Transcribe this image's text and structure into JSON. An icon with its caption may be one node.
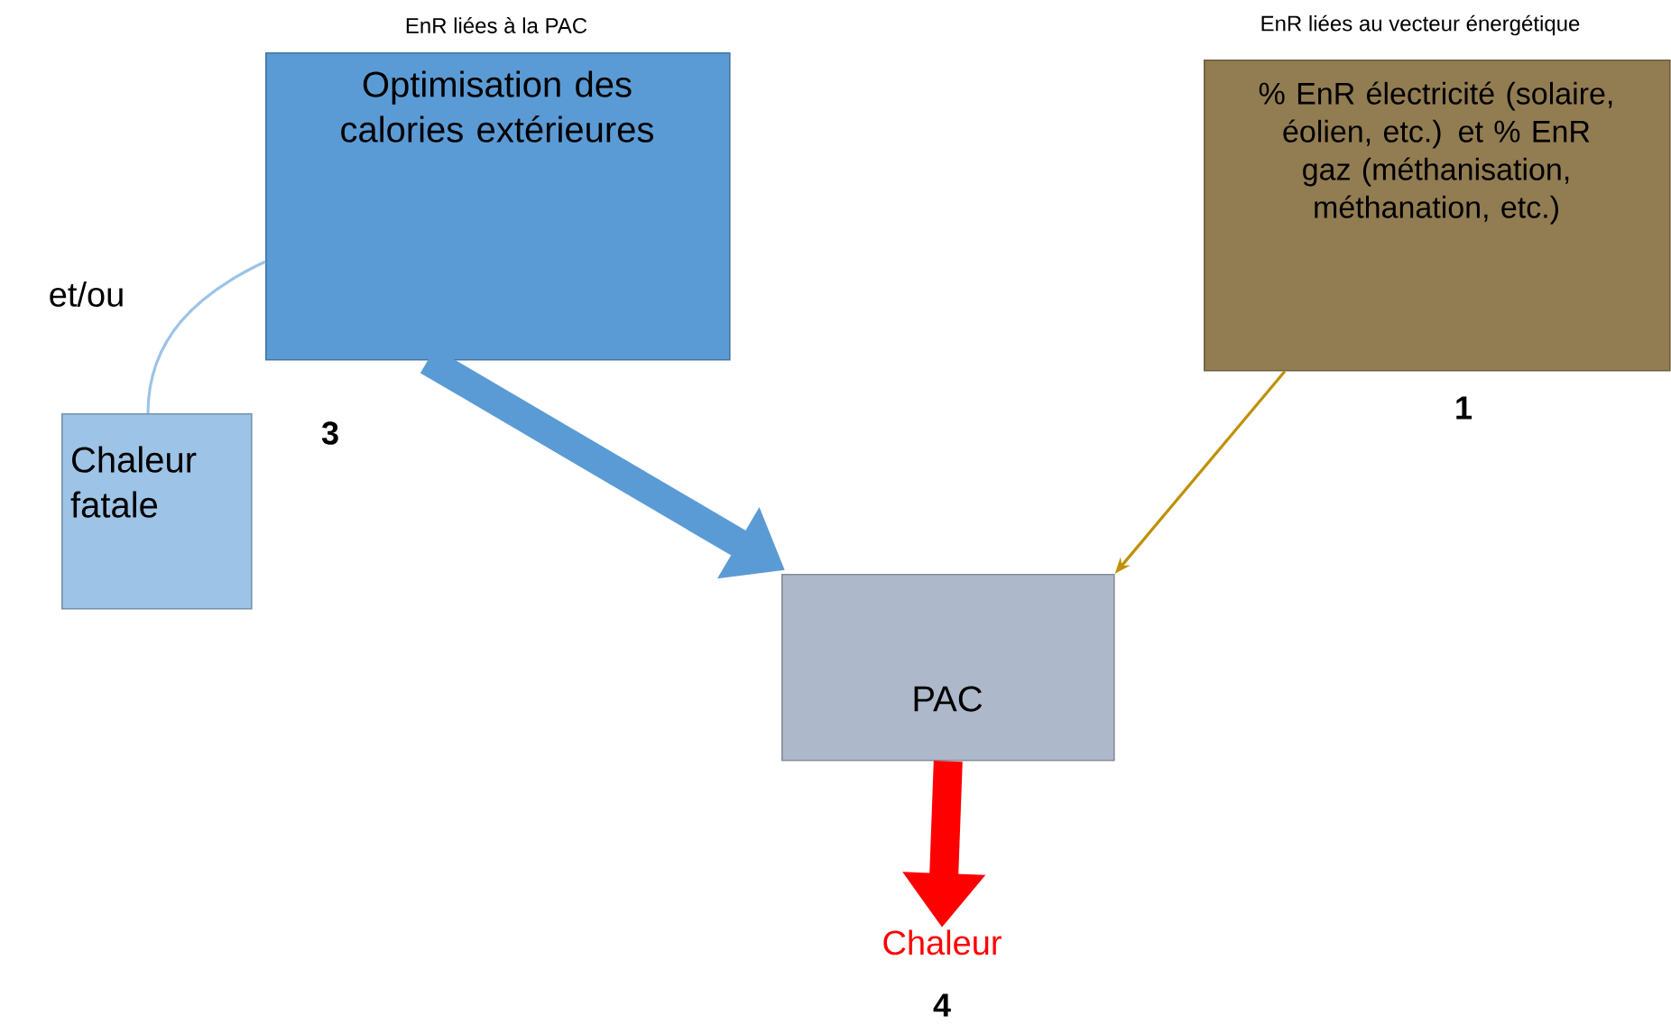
{
  "diagram": {
    "nodes": [
      {
        "text": [
          "EnR liées à la PAC",
          "Optimisation des calories extérieures"
        ],
        "beside": [
          "3"
        ]
      },
      {
        "text": [
          "EnR liées au vecteur énergétique",
          "% EnR électricité (solaire, éolien, etc.) et % EnR gaz (méthanisation, méthanation, etc.)"
        ],
        "beside": [
          "1"
        ]
      },
      {
        "text": [
          "Chaleur fatale"
        ]
      },
      {
        "text": [
          "PAC"
        ]
      },
      {
        "text": [
          "Chaleur"
        ],
        "beside": [
          "4"
        ]
      }
    ],
    "edges": [
      {
        "from": 0,
        "to": 3,
        "arrow": "to",
        "style": "thick",
        "color": "#5b9bd5"
      },
      {
        "from": 1,
        "to": 3,
        "arrow": "to",
        "color": "#bf9000"
      },
      {
        "from": 2,
        "to": 0,
        "arrow": "none",
        "label": "et/ou",
        "color": "#9dc3e6"
      },
      {
        "from": 3,
        "to": 4,
        "arrow": "to",
        "style": "thick",
        "color": "#ff0000"
      }
    ]
  }
}
